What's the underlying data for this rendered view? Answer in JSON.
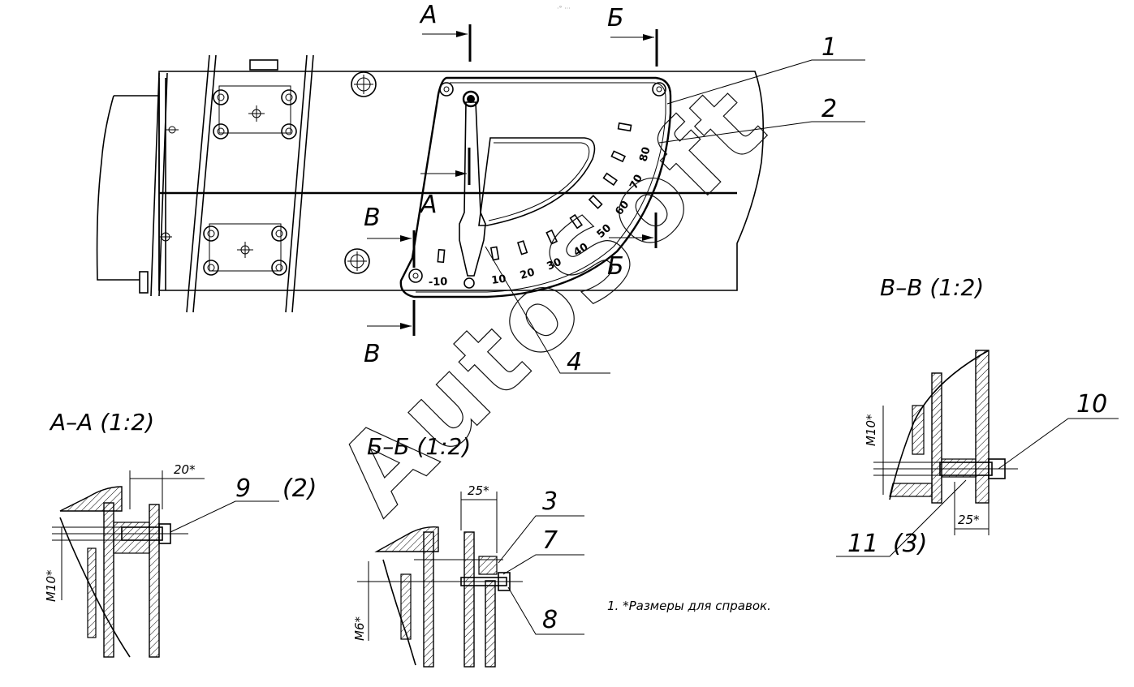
{
  "header_mark": "·° ···",
  "section_letters": {
    "a_top": "А",
    "b_top": "Б",
    "a_mid": "А",
    "b_mid": "Б",
    "v_left": "В",
    "v_bottom": "В"
  },
  "callouts": [
    "1",
    "2",
    "3",
    "4",
    "7",
    "8",
    "9",
    "10",
    "11"
  ],
  "callout_qty": {
    "item9": "(2)",
    "item11": "(3)"
  },
  "scale_marks": [
    "-10",
    "10",
    "20",
    "30",
    "40",
    "50",
    "60",
    "70",
    "80"
  ],
  "section_views": {
    "aa": {
      "title": "А–А  (1:2)",
      "dim_width": "20*",
      "dim_thread": "М10*"
    },
    "bb": {
      "title": "Б–Б  (1:2)",
      "dim_width": "25*",
      "dim_thread": "М6*"
    },
    "vv": {
      "title": "В–В  (1:2)",
      "dim_width": "25*",
      "dim_thread": "М10*"
    }
  },
  "note": "1. *Размеры для справок.",
  "watermark": "AutoSoft"
}
